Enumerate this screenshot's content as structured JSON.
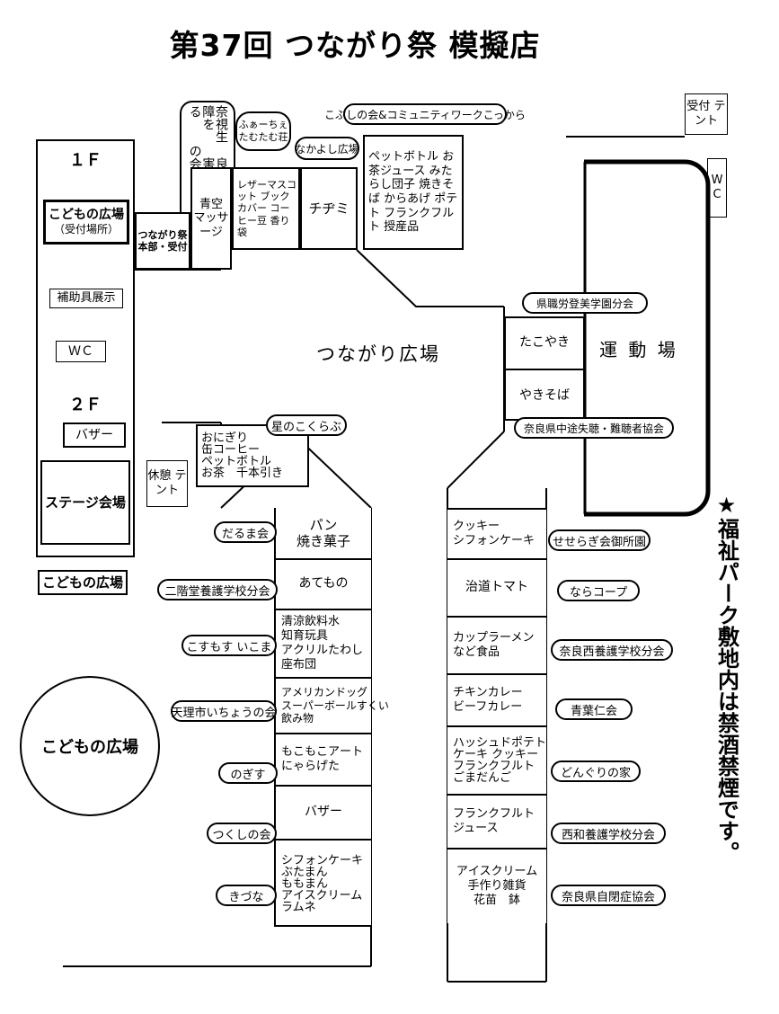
{
  "title": "第37回  つながり祭 模擬店",
  "top_right": {
    "reception_tent": "受付\nテント",
    "wc": "W\nC"
  },
  "left_building": {
    "floor1_label": "１Ｆ",
    "kodomo_hiroba": "こどもの広場",
    "kodomo_hiroba_sub": "（受付場所）",
    "hojogu": "補助具展示",
    "wc": "ＷＣ",
    "floor2_label": "２Ｆ",
    "bazaar": "バザー",
    "stage": "ステージ会場",
    "kodomo_hiroba_outside": "こどもの広場"
  },
  "playground_circle": "こどもの広場",
  "plaza_label": "つながり広場",
  "field_label": "運 動 場",
  "top_booths": {
    "nara_shikaku": "奈視生\n良覚活\n県障を\n　害守\n　者る\n　の会",
    "nara_shikaku_cols": [
      "生活を守る会",
      "視覚障害者の",
      "奈良県"
    ],
    "fairtie": "ふぁーちぇ\nたむたむ荘",
    "nakayoshi": "なかよし広場",
    "kobushi": "こぶしの会&コミュニティワークこっから",
    "tunagari_honbu": "つながり祭\n本部・受付",
    "aozora": "青空\nマッサ\nージ",
    "leather": "レザーマスコット\nブックカバー\nコーヒー豆\n香り袋",
    "chijimi": "チヂミ",
    "petbottle": "ペットボトル\nお茶ジュース\nみたらし団子\n焼きそば\nからあげ\nポテト\nフランクフルト\n授産品"
  },
  "field_booths": [
    {
      "org": "県職労登美学園分会",
      "items": "たこやき"
    },
    {
      "org": "奈良県中途失聴・難聴者協会",
      "items": "やきそば"
    }
  ],
  "rest_tent": "休憩\nテント",
  "hoshi_club": {
    "org": "星のこくらぶ",
    "items": "おにぎり\n缶コーヒー\nペットボトル\nお茶　千本引き"
  },
  "center_column": [
    {
      "org": "だるま会",
      "items": "パン\n焼き菓子"
    },
    {
      "org": "二階堂養護学校分会",
      "items": "あてもの"
    },
    {
      "org": "こすもす いこま",
      "items": "清涼飲料水\n知育玩具\nアクリルたわし\n座布団"
    },
    {
      "org": "天理市いちょうの会",
      "items": "アメリカンドッグ\nスーパーボールすくい\n飲み物"
    },
    {
      "org": "のぎす",
      "items": "もこもこアート\nにゃらげた"
    },
    {
      "org": "つくしの会",
      "items": "バザー"
    },
    {
      "org": "きづな",
      "items": "シフォンケーキ\nぶたまん\nももまん\nアイスクリーム\nラムネ"
    }
  ],
  "right_column": [
    {
      "org": "せせらぎ会御所園",
      "items": "クッキー\nシフォンケーキ"
    },
    {
      "org": "ならコープ",
      "items": "治道トマト"
    },
    {
      "org": "奈良西養護学校分会",
      "items": "カップラーメン\nなど食品"
    },
    {
      "org": "青葉仁会",
      "items": "チキンカレー\nビーフカレー"
    },
    {
      "org": "どんぐりの家",
      "items": "ハッシュドポテト\nケーキ クッキー\nフランクフルト\nごまだんご"
    },
    {
      "org": "西和養護学校分会",
      "items": "フランクフルト\nジュース"
    },
    {
      "org": "奈良県自閉症協会",
      "items": "アイスクリーム\n手作り雑貨\n花苗　鉢"
    }
  ],
  "notice": "★福祉パーク敷地内は禁酒禁煙です。"
}
